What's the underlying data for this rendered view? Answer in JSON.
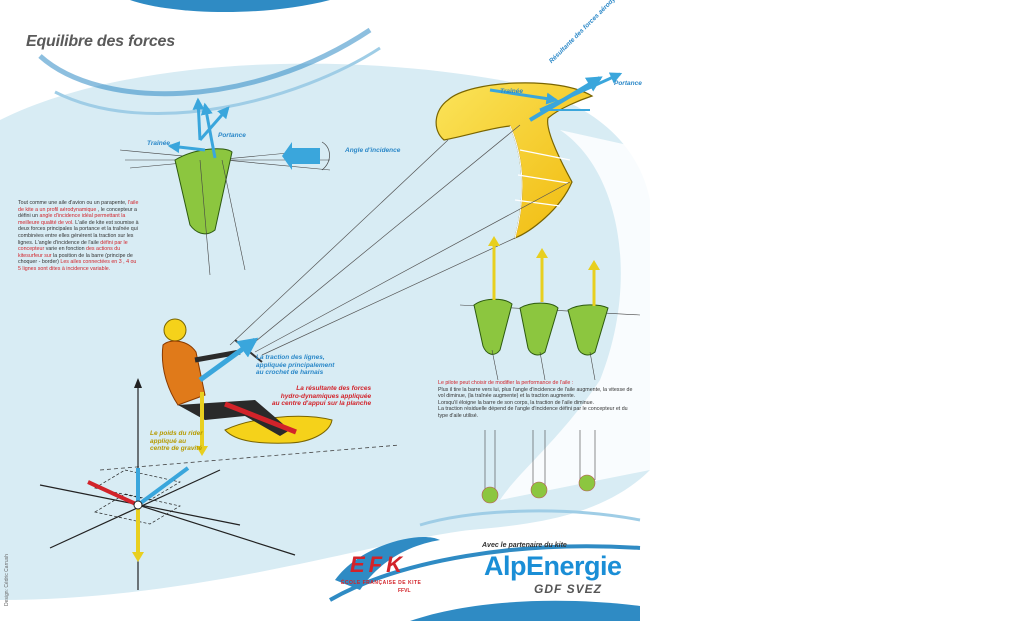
{
  "title": "Equilibre des forces",
  "labels": {
    "portance_small": "Portance",
    "trainee_small": "Traînée",
    "angle_incidence": "Angle d'incidence",
    "resultante_aero": "Résultante des forces aérodynamiques",
    "trainee_kite": "Traînée",
    "portance_kite": "Portance",
    "traction_lignes": [
      "La traction des lignes,",
      "appliquée principalement",
      "au crochet de harnais"
    ],
    "resultante_hydro": [
      "La résultante des forces",
      "hydro-dynamiques appliquée",
      "au centre d'appui sur la planche"
    ],
    "poids_rider": [
      "Le poids du rider",
      "appliqué au",
      "centre de gravité"
    ]
  },
  "paragraph_left": [
    {
      "text": "Tout comme une aile d'avion ou un parapente, ",
      "red": false
    },
    {
      "text": "l'aile de kite a un profil aérodynamique",
      "red": true
    },
    {
      "text": " , le concepteur a défini un ",
      "red": false
    },
    {
      "text": "angle d'incidence idéal permettant la meilleure qualité de vol.",
      "red": true
    },
    {
      "text": " L'aile de kite est soumise à deux forces principales la portance et la traînée qui combinées entre elles génèrent la traction sur les lignes. L'angle d'incidence de l'aile ",
      "red": false
    },
    {
      "text": "défini par le concepteur",
      "red": true
    },
    {
      "text": " varie en fonction ",
      "red": false
    },
    {
      "text": "des actions du kitesurfeur sur",
      "red": true
    },
    {
      "text": " la position de la barre (principe de choquer - border) ",
      "red": false
    },
    {
      "text": "Les ailes connectées en 3 , 4 ou 5 lignes sont dites à incidence variable.",
      "red": true
    }
  ],
  "paragraph_right_title": "Le pilote peut choisir de modifier la performance de l'aile :",
  "paragraph_right": [
    "Plus il tire la barre vers lui, plus l'angle d'incidence de l'aile augmente, la vitesse de vol diminue, (la traînée augmente) et la traction augmente.",
    "Lorsqu'il éloigne la barre de son corps, la traction de l'aile diminue.",
    "La traction résiduelle dépend de l'angle d'incidence défini par le concepteur et du type d'aile utilisé."
  ],
  "designer": "Design: Cédric Carrush",
  "partner": "Avec le partenaire du kite",
  "brand": "AlpEnergie",
  "sub_brand": "GDF SVEZ",
  "efk": {
    "letters": "EFK",
    "subtitle": "ÉCOLE FRANÇAISE DE KITE",
    "federation": "FFVL"
  },
  "colors": {
    "sky": "#d8ecf4",
    "wave": "#2f8bc4",
    "kite_yellow": "#f5d21a",
    "profile_green": "#8cc63f",
    "arrow_blue": "#3aa6dc",
    "arrow_red": "#d2232a",
    "arrow_yellow": "#e8cf1f",
    "brand_blue": "#1a8ed6"
  }
}
